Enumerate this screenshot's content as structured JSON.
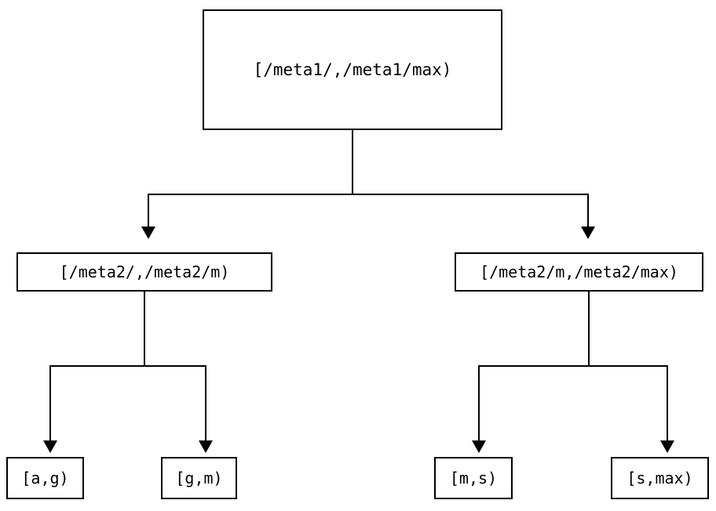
{
  "diagram": {
    "type": "tree",
    "title": "",
    "orientation": "top-down",
    "colors": {
      "background": "#ffffff",
      "stroke": "#000000",
      "text": "#000000",
      "node_fill": "#ffffff"
    },
    "levels": 3,
    "nodes": {
      "root": {
        "label": "[/meta1/,/meta1/max)",
        "level": 0
      },
      "mid_left": {
        "label": "[/meta2/,/meta2/m)",
        "level": 1
      },
      "mid_right": {
        "label": "[/meta2/m,/meta2/max)",
        "level": 1
      },
      "leaf_ag": {
        "label": "[a,g)",
        "level": 2
      },
      "leaf_gm": {
        "label": "[g,m)",
        "level": 2
      },
      "leaf_ms": {
        "label": "[m,s)",
        "level": 2
      },
      "leaf_smax": {
        "label": "[s,max)",
        "level": 2
      }
    },
    "edges": [
      {
        "from": "root",
        "to": "mid_left",
        "arrow": "triangle-down"
      },
      {
        "from": "root",
        "to": "mid_right",
        "arrow": "triangle-down"
      },
      {
        "from": "mid_left",
        "to": "leaf_ag",
        "arrow": "triangle-down"
      },
      {
        "from": "mid_left",
        "to": "leaf_gm",
        "arrow": "triangle-down"
      },
      {
        "from": "mid_right",
        "to": "leaf_ms",
        "arrow": "triangle-down"
      },
      {
        "from": "mid_right",
        "to": "leaf_smax",
        "arrow": "triangle-down"
      }
    ]
  }
}
